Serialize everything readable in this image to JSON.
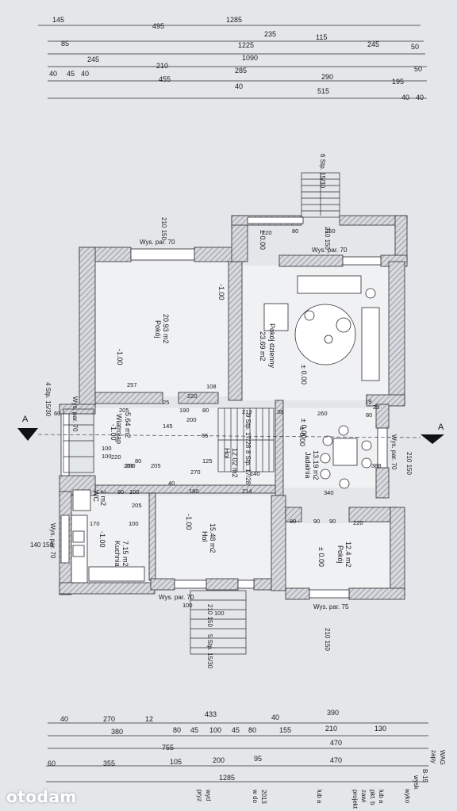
{
  "watermark": "otodam",
  "colors": {
    "paper": "#e4e7ea",
    "line": "#2a2a30",
    "hatch": "#8d8f96",
    "wall_fill": "#d7d9de",
    "floor": "#f0f1f3"
  },
  "dims_top": {
    "row1": [
      "145",
      "495",
      "1285",
      "235",
      "115",
      "245"
    ],
    "row2": [
      "85",
      "1225",
      "50"
    ],
    "row3": [
      "245",
      "210",
      "1090"
    ],
    "row4": [
      "40",
      "45",
      "40",
      "455",
      "285",
      "290",
      "195",
      "50"
    ],
    "row5": [
      "40",
      "515",
      "40",
      "40"
    ]
  },
  "dims_bottom": {
    "row1": [
      "40",
      "270",
      "12",
      "433",
      "40",
      "390"
    ],
    "row2": [
      "380",
      "80",
      "45",
      "100",
      "45",
      "80",
      "155",
      "210",
      "130"
    ],
    "row3": [
      "755",
      "470"
    ],
    "row4": [
      "60",
      "355",
      "105",
      "200",
      "95",
      "470"
    ],
    "row5": [
      "1285"
    ]
  },
  "rooms": [
    {
      "name": "Pokój",
      "area": "20.93 m2",
      "level": "-1.00"
    },
    {
      "name": "Pokój dzienny",
      "area": "23.69 m2",
      "level": "± 0.00"
    },
    {
      "name": "Jadalnia",
      "area": "13.19 m2",
      "level": "± 0.00"
    },
    {
      "name": "Wiatrołap",
      "area": "5.64 m2",
      "level": "-1.00"
    },
    {
      "name": "Hol",
      "area": "12.02 m2",
      "level": "-1.00"
    },
    {
      "name": "Hol",
      "area": "15.48 m2",
      "level": "-1.00"
    },
    {
      "name": "Kuchnia",
      "area": "7.15 m2",
      "level": "-1.00"
    },
    {
      "name": "WC",
      "area": "2 m2",
      "level": "-1.00"
    },
    {
      "name": "Pokój",
      "area": "12.4 m2",
      "level": "± 0.00"
    }
  ],
  "stairs": [
    "6 Stp. 15/30",
    "4 Stp. 15/30",
    "5 Stp. 15/30",
    "9 Stp. 17/28",
    "8 Stp. 17/28"
  ],
  "sill_labels": [
    "Wys. par. 70",
    "Wys. par. 70",
    "Wys. par. 70",
    "Wys. par. 70",
    "Wys. par. 70",
    "Wys. par. 75",
    "Wys. par. 70"
  ],
  "windows": [
    "210 150",
    "210 150",
    "210 150",
    "210 150",
    "140 150",
    "210 150"
  ],
  "section_marks": [
    "A",
    "A"
  ],
  "inner_dims": [
    "220",
    "80",
    "150",
    "257",
    "205",
    "190",
    "80",
    "213",
    "38",
    "108",
    "260",
    "80",
    "25",
    "60",
    "145",
    "100",
    "220",
    "80",
    "200",
    "65",
    "125",
    "270",
    "140",
    "388",
    "19",
    "340",
    "180",
    "214",
    "205",
    "170",
    "100",
    "80",
    "90",
    "220",
    "100",
    "100",
    "90",
    "25",
    "40",
    "220",
    "100",
    "100",
    "80",
    "200",
    "200",
    "205"
  ],
  "level_marks": [
    "± 0.00",
    "± 0.00",
    "-1.00"
  ],
  "footer_text": [
    "WAG",
    "zapy",
    "B-15",
    "wysk",
    "wyko",
    "lub a",
    "pkt. b",
    "zawi",
    "projekt",
    "lub a",
    "2013",
    "w do",
    "wyd",
    "pryz"
  ]
}
